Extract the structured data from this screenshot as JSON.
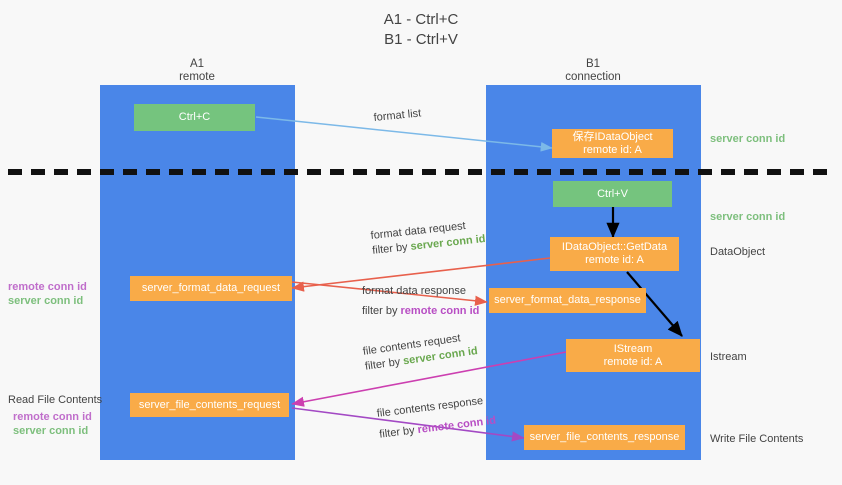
{
  "title": {
    "line1": "A1 - Ctrl+C",
    "line2": "B1 - Ctrl+V"
  },
  "lanes": [
    {
      "name": "A1",
      "sub": "remote"
    },
    {
      "name": "B1",
      "sub": "connection"
    }
  ],
  "nodes": {
    "ctrl_c": "Ctrl+C",
    "save_idataobject_l1": "保存IDataObject",
    "save_idataobject_l2": "remote id: A",
    "ctrl_v": "Ctrl+V",
    "getdata_l1": "IDataObject::GetData",
    "getdata_l2": "remote id: A",
    "server_format_data_request": "server_format_data_request",
    "server_format_data_response": "server_format_data_response",
    "istream_l1": "IStream",
    "istream_l2": "remote id: A",
    "server_file_contents_request": "server_file_contents_request",
    "server_file_contents_response": "server_file_contents_response"
  },
  "edges": {
    "format_list": "format list",
    "format_data_request": "format data request",
    "format_data_request_filter_prefix": "filter by ",
    "format_data_request_filter_value": "server conn id",
    "format_data_response": "format data response",
    "format_data_response_filter_prefix": "filter by ",
    "format_data_response_filter_value": "remote conn id",
    "file_contents_request": "file contents request",
    "file_contents_request_filter_prefix": "filter by ",
    "file_contents_request_filter_value": "server conn id",
    "file_contents_response": "file contents response",
    "file_contents_response_filter_prefix": "filter by ",
    "file_contents_response_filter_value": "remote conn id"
  },
  "annotations": {
    "server_conn_id_1": "server conn id",
    "server_conn_id_2": "server conn id",
    "dataobject": "DataObject",
    "istream": "Istream",
    "write_file_contents": "Write File Contents",
    "read_file_contents": "Read File Contents",
    "left_remote_conn_id_1": "remote conn id",
    "left_server_conn_id_1": "server conn id",
    "left_remote_conn_id_2": "remote conn id",
    "left_server_conn_id_2": "server conn id"
  },
  "colors": {
    "lane": "#4a86e8",
    "node_orange": "#f9ab48",
    "node_green": "#75c47e",
    "conn_green": "#6aa84f",
    "conn_purple": "#b84ec4",
    "arrow_blue": "#7cb9e8",
    "arrow_red": "#e8604c",
    "arrow_magenta": "#cc3fb0",
    "arrow_purple": "#a349c4",
    "arrow_black": "#000000",
    "divider": "#111111"
  }
}
